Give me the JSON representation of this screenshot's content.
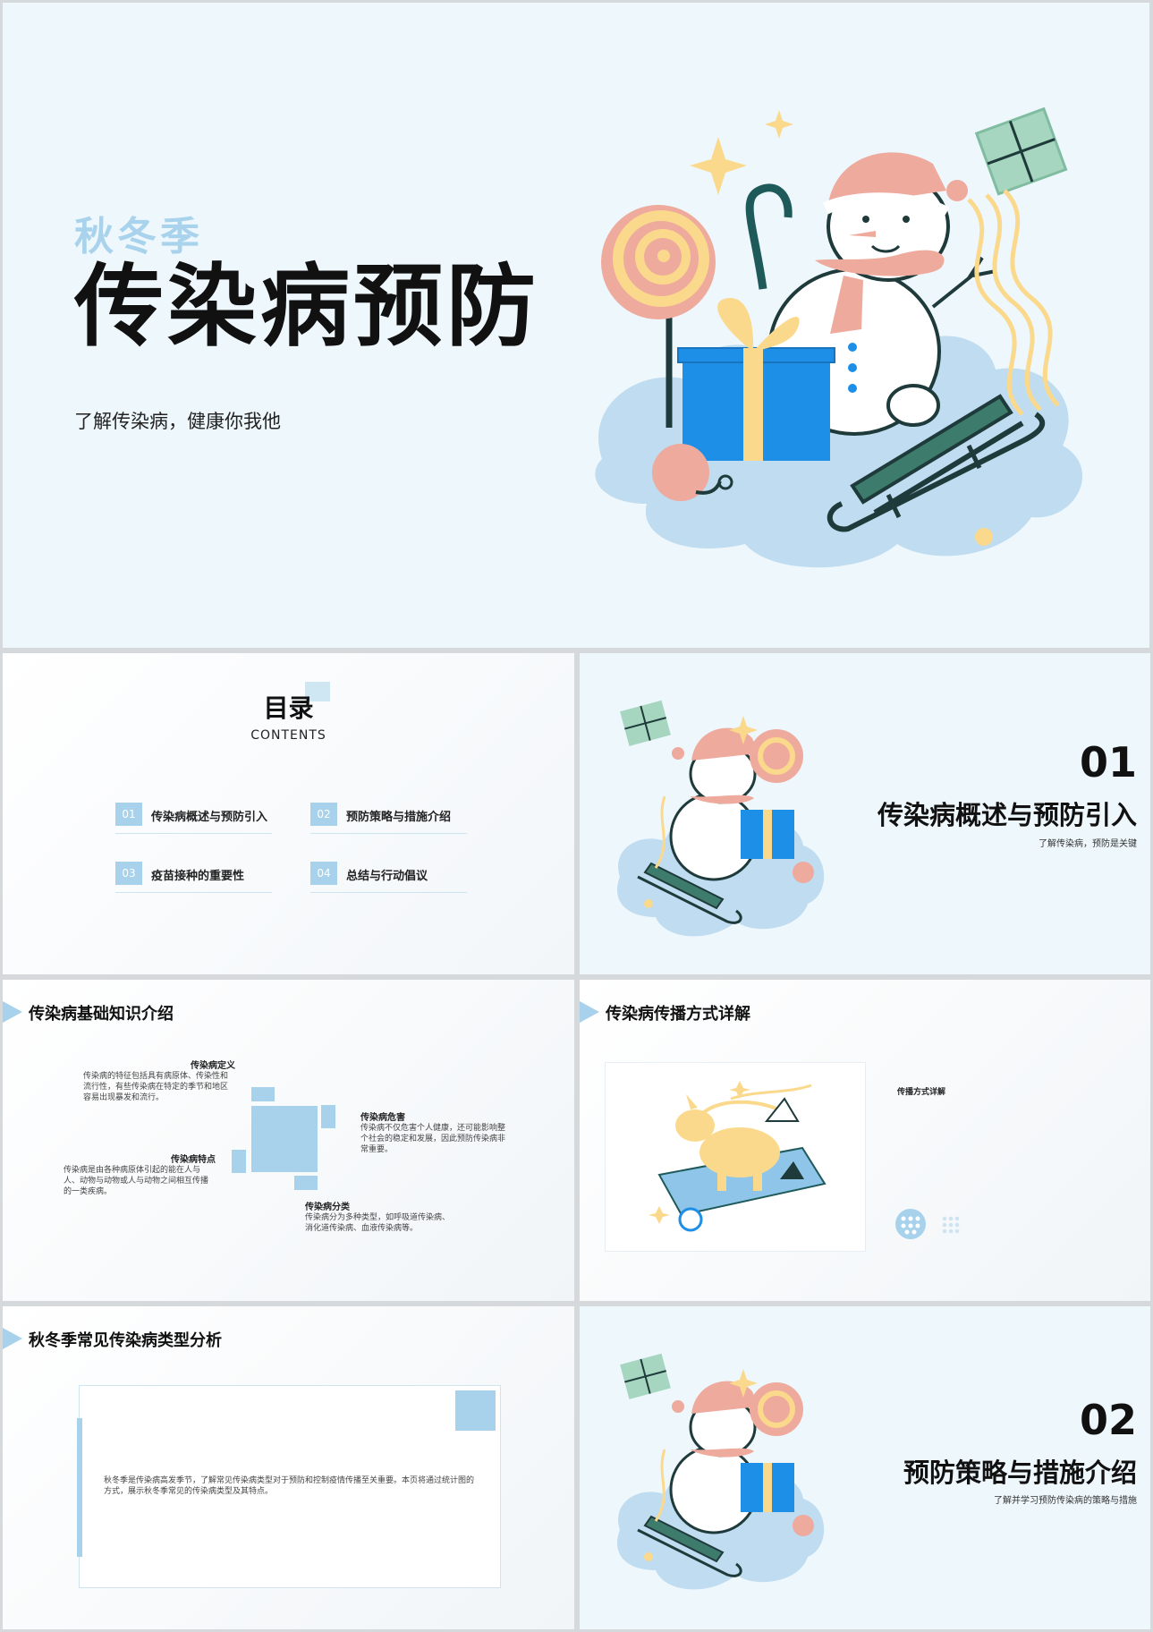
{
  "slide_cover": {
    "season": "秋冬季",
    "title": "传染病预防",
    "subtitle": "了解传染病，健康你我他"
  },
  "slide_contents": {
    "title": "目录",
    "subtitle": "CONTENTS",
    "items": [
      {
        "num": "01",
        "label": "传染病概述与预防引入"
      },
      {
        "num": "02",
        "label": "预防策略与措施介绍"
      },
      {
        "num": "03",
        "label": "疫苗接种的重要性"
      },
      {
        "num": "04",
        "label": "总结与行动倡议"
      }
    ]
  },
  "slide_section1": {
    "num": "01",
    "title": "传染病概述与预防引入",
    "subtitle": "了解传染病，预防是关键"
  },
  "slide_basics": {
    "header": "传染病基础知识介绍",
    "points": [
      {
        "title": "传染病定义",
        "text": "传染病的特征包括具有病原体、传染性和流行性，有些传染病在特定的季节和地区容易出现暴发和流行。"
      },
      {
        "title": "传染病危害",
        "text": "传染病不仅危害个人健康，还可能影响整个社会的稳定和发展，因此预防传染病非常重要。"
      },
      {
        "title": "传染病特点",
        "text": "传染病是由各种病原体引起的能在人与人、动物与动物或人与动物之间相互传播的一类疾病。"
      },
      {
        "title": "传染病分类",
        "text": "传染病分为多种类型，如呼吸道传染病、消化道传染病、血液传染病等。"
      }
    ]
  },
  "slide_transmission": {
    "header": "传染病传播方式详解",
    "caption": "传播方式详解"
  },
  "slide_types": {
    "header": "秋冬季常见传染病类型分析",
    "text": "秋冬季是传染病高发季节，了解常见传染病类型对于预防和控制疫情传播至关重要。本页将通过统计图的方式，展示秋冬季常见的传染病类型及其特点。"
  },
  "slide_section2": {
    "num": "02",
    "title": "预防策略与措施介绍",
    "subtitle": "了解并学习预防传染病的策略与措施"
  },
  "colors": {
    "light_blue": "#a8d2ec",
    "bright_blue": "#1e8fe6",
    "peach": "#eeaa9c",
    "butter": "#fbd98c",
    "mint": "#a6d6bf",
    "cloud": "#bfdcf0"
  }
}
